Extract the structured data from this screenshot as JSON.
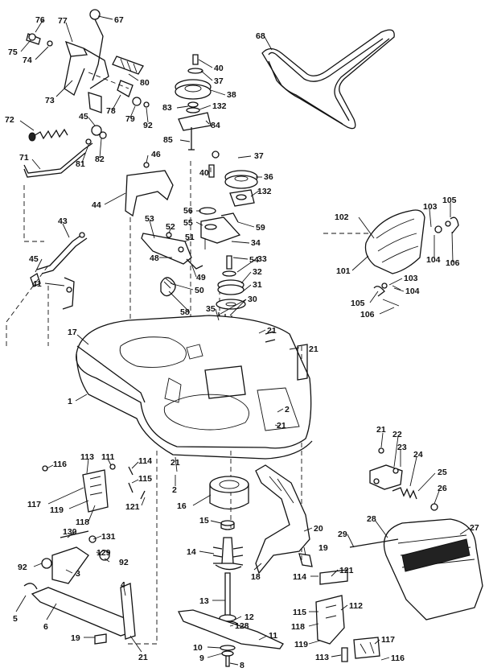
{
  "diagram": {
    "labels": [
      {
        "id": "76",
        "text": "76"
      },
      {
        "id": "77",
        "text": "77"
      },
      {
        "id": "67",
        "text": "67"
      },
      {
        "id": "75",
        "text": "75"
      },
      {
        "id": "74",
        "text": "74"
      },
      {
        "id": "73",
        "text": "73"
      },
      {
        "id": "80",
        "text": "80"
      },
      {
        "id": "78",
        "text": "78"
      },
      {
        "id": "79",
        "text": "79"
      },
      {
        "id": "92a",
        "text": "92"
      },
      {
        "id": "72",
        "text": "72"
      },
      {
        "id": "45a",
        "text": "45"
      },
      {
        "id": "81",
        "text": "81"
      },
      {
        "id": "82",
        "text": "82"
      },
      {
        "id": "71",
        "text": "71"
      },
      {
        "id": "40a",
        "text": "40"
      },
      {
        "id": "37a",
        "text": "37"
      },
      {
        "id": "38",
        "text": "38"
      },
      {
        "id": "83",
        "text": "83"
      },
      {
        "id": "132a",
        "text": "132"
      },
      {
        "id": "84",
        "text": "84"
      },
      {
        "id": "85",
        "text": "85"
      },
      {
        "id": "68",
        "text": "68"
      },
      {
        "id": "46",
        "text": "46"
      },
      {
        "id": "44",
        "text": "44"
      },
      {
        "id": "37b",
        "text": "37"
      },
      {
        "id": "40b",
        "text": "40"
      },
      {
        "id": "36",
        "text": "36"
      },
      {
        "id": "132b",
        "text": "132"
      },
      {
        "id": "56",
        "text": "56"
      },
      {
        "id": "55",
        "text": "55"
      },
      {
        "id": "59",
        "text": "59"
      },
      {
        "id": "53",
        "text": "53"
      },
      {
        "id": "52",
        "text": "52"
      },
      {
        "id": "51",
        "text": "51"
      },
      {
        "id": "34",
        "text": "34"
      },
      {
        "id": "43",
        "text": "43"
      },
      {
        "id": "48",
        "text": "48"
      },
      {
        "id": "54",
        "text": "54"
      },
      {
        "id": "33",
        "text": "33"
      },
      {
        "id": "32",
        "text": "32"
      },
      {
        "id": "49",
        "text": "49"
      },
      {
        "id": "45b",
        "text": "45"
      },
      {
        "id": "31",
        "text": "31"
      },
      {
        "id": "41",
        "text": "41"
      },
      {
        "id": "50",
        "text": "50"
      },
      {
        "id": "58",
        "text": "58"
      },
      {
        "id": "30",
        "text": "30"
      },
      {
        "id": "35",
        "text": "35"
      },
      {
        "id": "102",
        "text": "102"
      },
      {
        "id": "103a",
        "text": "103"
      },
      {
        "id": "105a",
        "text": "105"
      },
      {
        "id": "101",
        "text": "101"
      },
      {
        "id": "104a",
        "text": "104"
      },
      {
        "id": "106a",
        "text": "106"
      },
      {
        "id": "103b",
        "text": "103"
      },
      {
        "id": "105b",
        "text": "105"
      },
      {
        "id": "104b",
        "text": "104"
      },
      {
        "id": "106b",
        "text": "106"
      },
      {
        "id": "17",
        "text": "17"
      },
      {
        "id": "21a",
        "text": "21"
      },
      {
        "id": "21b",
        "text": "21"
      },
      {
        "id": "1",
        "text": "1"
      },
      {
        "id": "2a",
        "text": "2"
      },
      {
        "id": "21c",
        "text": "21"
      },
      {
        "id": "21d",
        "text": "21"
      },
      {
        "id": "21e",
        "text": "21"
      },
      {
        "id": "22",
        "text": "22"
      },
      {
        "id": "23",
        "text": "23"
      },
      {
        "id": "24",
        "text": "24"
      },
      {
        "id": "25",
        "text": "25"
      },
      {
        "id": "26",
        "text": "26"
      },
      {
        "id": "27",
        "text": "27"
      },
      {
        "id": "28",
        "text": "28"
      },
      {
        "id": "29",
        "text": "29"
      },
      {
        "id": "113a",
        "text": "113"
      },
      {
        "id": "111",
        "text": "111"
      },
      {
        "id": "116a",
        "text": "116"
      },
      {
        "id": "114a",
        "text": "114"
      },
      {
        "id": "115a",
        "text": "115"
      },
      {
        "id": "117a",
        "text": "117"
      },
      {
        "id": "119a",
        "text": "119"
      },
      {
        "id": "121a",
        "text": "121"
      },
      {
        "id": "118a",
        "text": "118"
      },
      {
        "id": "2b",
        "text": "2"
      },
      {
        "id": "16",
        "text": "16"
      },
      {
        "id": "130",
        "text": "130"
      },
      {
        "id": "131",
        "text": "131"
      },
      {
        "id": "129",
        "text": "129"
      },
      {
        "id": "92b",
        "text": "92"
      },
      {
        "id": "92c",
        "text": "92"
      },
      {
        "id": "3",
        "text": "3"
      },
      {
        "id": "15",
        "text": "15"
      },
      {
        "id": "20",
        "text": "20"
      },
      {
        "id": "14",
        "text": "14"
      },
      {
        "id": "19a",
        "text": "19"
      },
      {
        "id": "18",
        "text": "18"
      },
      {
        "id": "4",
        "text": "4"
      },
      {
        "id": "5",
        "text": "5"
      },
      {
        "id": "6",
        "text": "6"
      },
      {
        "id": "13",
        "text": "13"
      },
      {
        "id": "12",
        "text": "12"
      },
      {
        "id": "128",
        "text": "128"
      },
      {
        "id": "114b",
        "text": "114"
      },
      {
        "id": "121b",
        "text": "121"
      },
      {
        "id": "115b",
        "text": "115"
      },
      {
        "id": "112",
        "text": "112"
      },
      {
        "id": "118b",
        "text": "118"
      },
      {
        "id": "19b",
        "text": "19"
      },
      {
        "id": "21f",
        "text": "21"
      },
      {
        "id": "11",
        "text": "11"
      },
      {
        "id": "10",
        "text": "10"
      },
      {
        "id": "119b",
        "text": "119"
      },
      {
        "id": "113b",
        "text": "113"
      },
      {
        "id": "117b",
        "text": "117"
      },
      {
        "id": "9",
        "text": "9"
      },
      {
        "id": "8",
        "text": "8"
      },
      {
        "id": "116b",
        "text": "116"
      }
    ]
  }
}
